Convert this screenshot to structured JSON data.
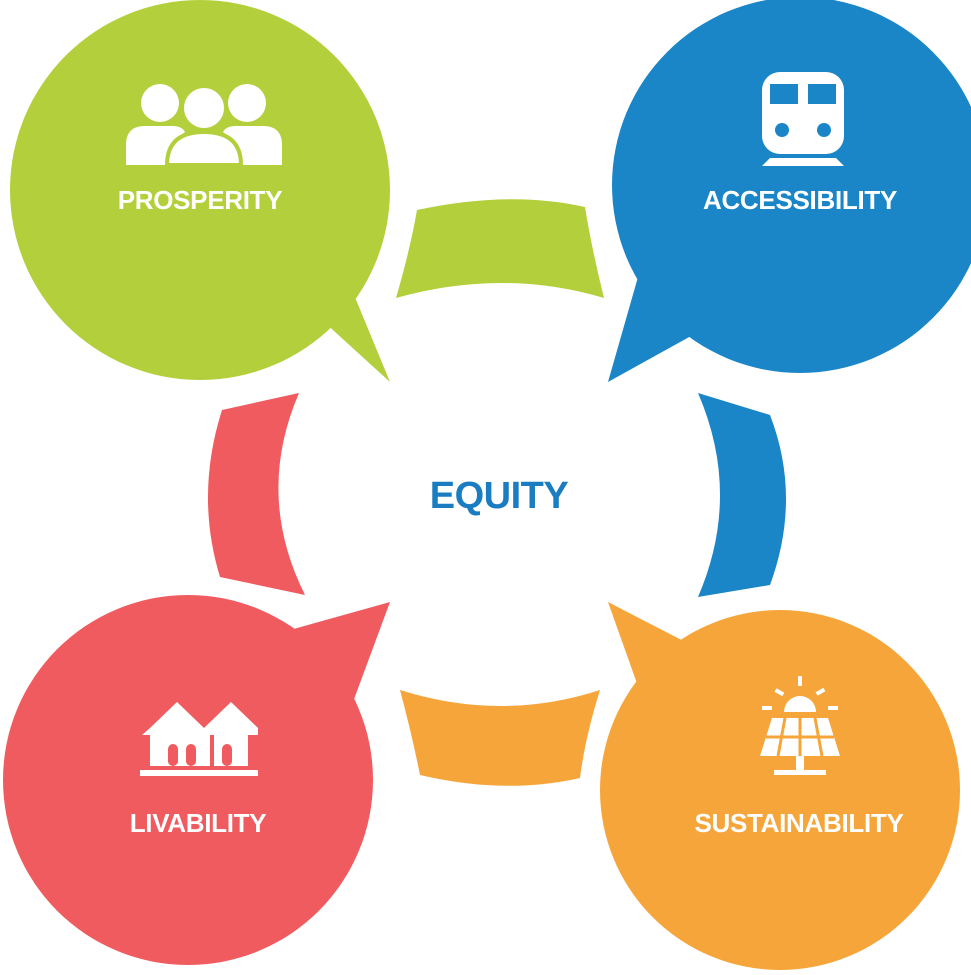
{
  "center": {
    "label": "EQUITY",
    "color": "#1a7dc1"
  },
  "bubbles": [
    {
      "label": "PROSPERITY",
      "icon": "people-group-icon",
      "color": "#b3cf3b"
    },
    {
      "label": "ACCESSIBILITY",
      "icon": "train-icon",
      "color": "#1a86c8"
    },
    {
      "label": "LIVABILITY",
      "icon": "houses-icon",
      "color": "#ef5b5f"
    },
    {
      "label": "SUSTAINABILITY",
      "icon": "solar-panel-icon",
      "color": "#f6a53a"
    }
  ]
}
